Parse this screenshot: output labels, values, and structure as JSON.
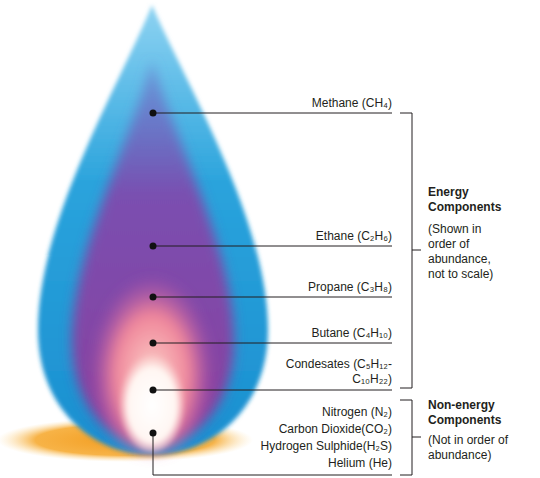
{
  "diagram": {
    "labels": [
      "Methane (CH₄)",
      "Ethane (C₂H₆)",
      "Propane (C₃H₈)",
      "Butane (C₄H₁₀)",
      "Condesates (C₅H₁₂-C₁₀H₂₂)",
      "Nitrogen (N₂)",
      "Carbon Dioxide(CO₂)",
      "Hydrogen Sulphide(H₂S)",
      "Helium (He)",
      "Energy Components",
      "(Shown in order of abundance, not to scale)",
      "Non-energy Components",
      "(Not in order of abundance)"
    ]
  }
}
